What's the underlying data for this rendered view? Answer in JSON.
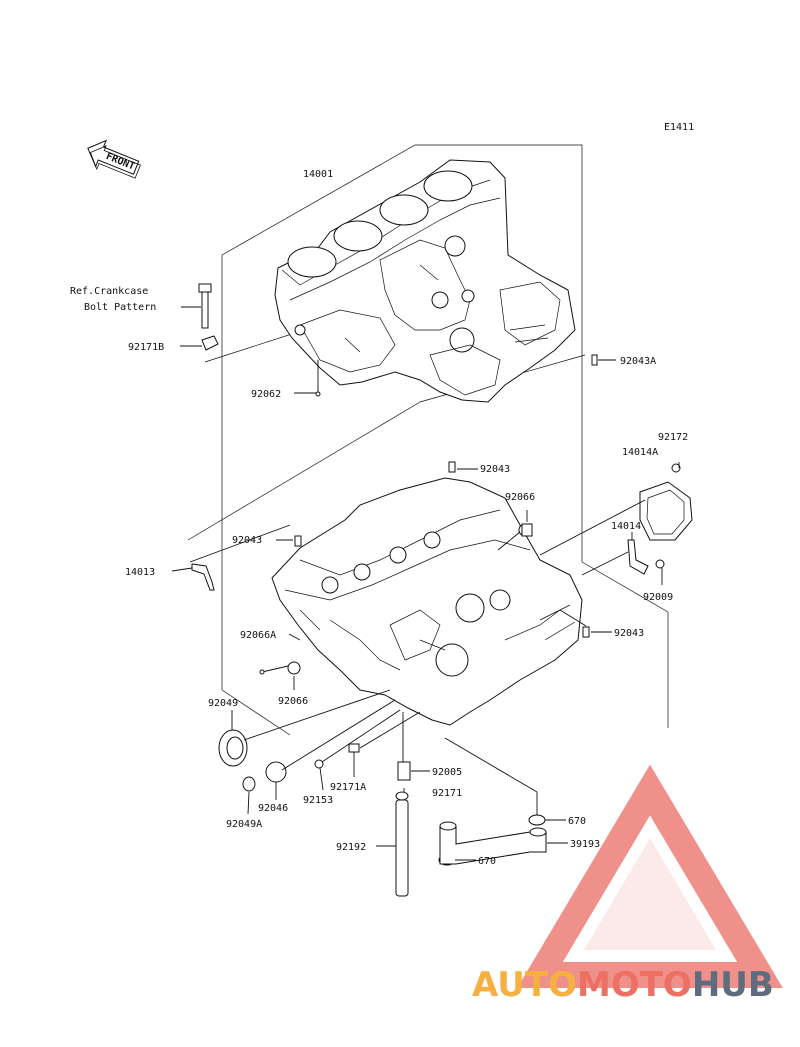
{
  "diagram": {
    "code": "E1411",
    "front_label": "FRONT",
    "ref_note_line1": "Ref.Crankcase",
    "ref_note_line2": "Bolt Pattern",
    "parts": {
      "p14001": "14001",
      "p92171B": "92171B",
      "p92062": "92062",
      "p92043A": "92043A",
      "p92172": "92172",
      "p14014A": "14014A",
      "p92043_top": "92043",
      "p92066_top": "92066",
      "p14014": "14014",
      "p92009": "92009",
      "p92043_left": "92043",
      "p14013": "14013",
      "p92066A": "92066A",
      "p92043_right": "92043",
      "p92066_mid": "92066",
      "p92049": "92049",
      "p92046": "92046",
      "p92153": "92153",
      "p92171A": "92171A",
      "p92005": "92005",
      "p92171": "92171",
      "p92049A": "92049A",
      "p670_top": "670",
      "p39193": "39193",
      "p92192": "92192",
      "p670_bottom": "670"
    }
  },
  "watermark": {
    "part1": "AUTO",
    "part2": "MOTO",
    "part3": "HUB",
    "color1": "#f5b041",
    "color2": "#ec7063",
    "color3": "#5d6d7e",
    "triangle_color": "#ec6b64"
  }
}
